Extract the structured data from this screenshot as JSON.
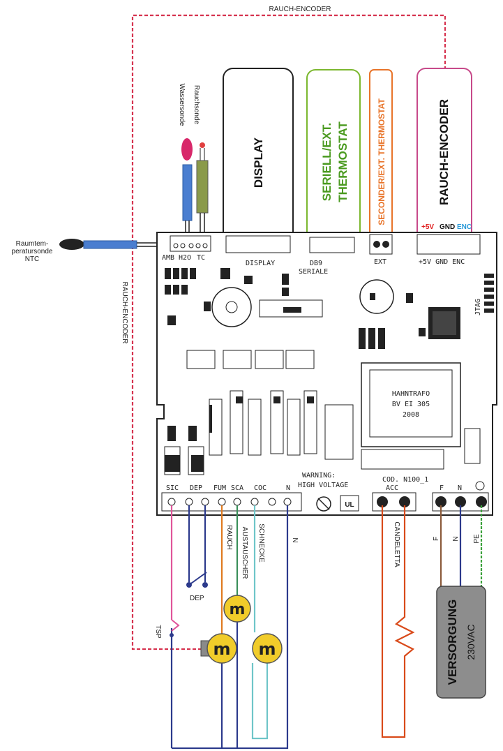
{
  "top_link_label": "RAUCH-ENCODER",
  "left_link_label": "RAUCH-ENCODER",
  "probes": {
    "room": "Raumtem-\nperatursonde\nNTC",
    "water": "Wassersonde",
    "smoke": "Rauchsonde"
  },
  "modules": {
    "display": "DISPLAY",
    "serial_line1": "SERIELL/EXT.",
    "serial_line2": "THERMOSTAT",
    "ext_thermostat": "SECONDER/EXT. THERMOSTAT",
    "encoder": "RAUCH-ENCODER"
  },
  "encoder_pins": {
    "p5v": "+5V",
    "gnd": "GND",
    "enc": "ENC"
  },
  "board": {
    "amb": "AMB",
    "h2o": "H2O",
    "tc": "TC",
    "display_conn": "DISPLAY",
    "db9": "DB9",
    "seriale": "SERIALE",
    "ext": "EXT",
    "enc_row": "+5V  GND  ENC",
    "jtag": "JTAG",
    "transformer": [
      "HAHNTRAFO",
      "BV EI 305",
      "2008"
    ],
    "warning_line1": "WARNING:",
    "warning_line2": "HIGH VOLTAGE",
    "code": "COD. N100_1",
    "ul": "UL",
    "terminals_left": [
      "SIC",
      "DEP",
      "FUM",
      "SCA",
      "COC",
      "N"
    ],
    "terminals_acc": "ACC",
    "terminals_right": [
      "F",
      "N"
    ]
  },
  "wires": {
    "rauch": "RAUCH",
    "austauscher": "AUSTAUSCHER",
    "schnecke": "SCHNECKE",
    "n": "N",
    "dep": "DEP",
    "tsp": "TSP",
    "candeletta": "CANDELETTA",
    "f": "F",
    "n2": "N",
    "pe": "PE"
  },
  "supply": {
    "title": "VERSORGUNG",
    "voltage": "230VAC"
  },
  "colors": {
    "encoder_link": "#d6334f",
    "rauch": "#e07a1f",
    "austauscher": "#3a8f5a",
    "schnecke": "#6fc5c8",
    "neutral": "#2c3a8c",
    "sic": "#e0559a",
    "acc": "#d94a1a",
    "pe": "#3aa03a",
    "phase": "#8a5a3a",
    "serial": "#7cb82f",
    "ext": "#e8742a",
    "encoder": "#c74a8a",
    "motor": "#f1cc2a",
    "supply": "#8d8d8d"
  }
}
